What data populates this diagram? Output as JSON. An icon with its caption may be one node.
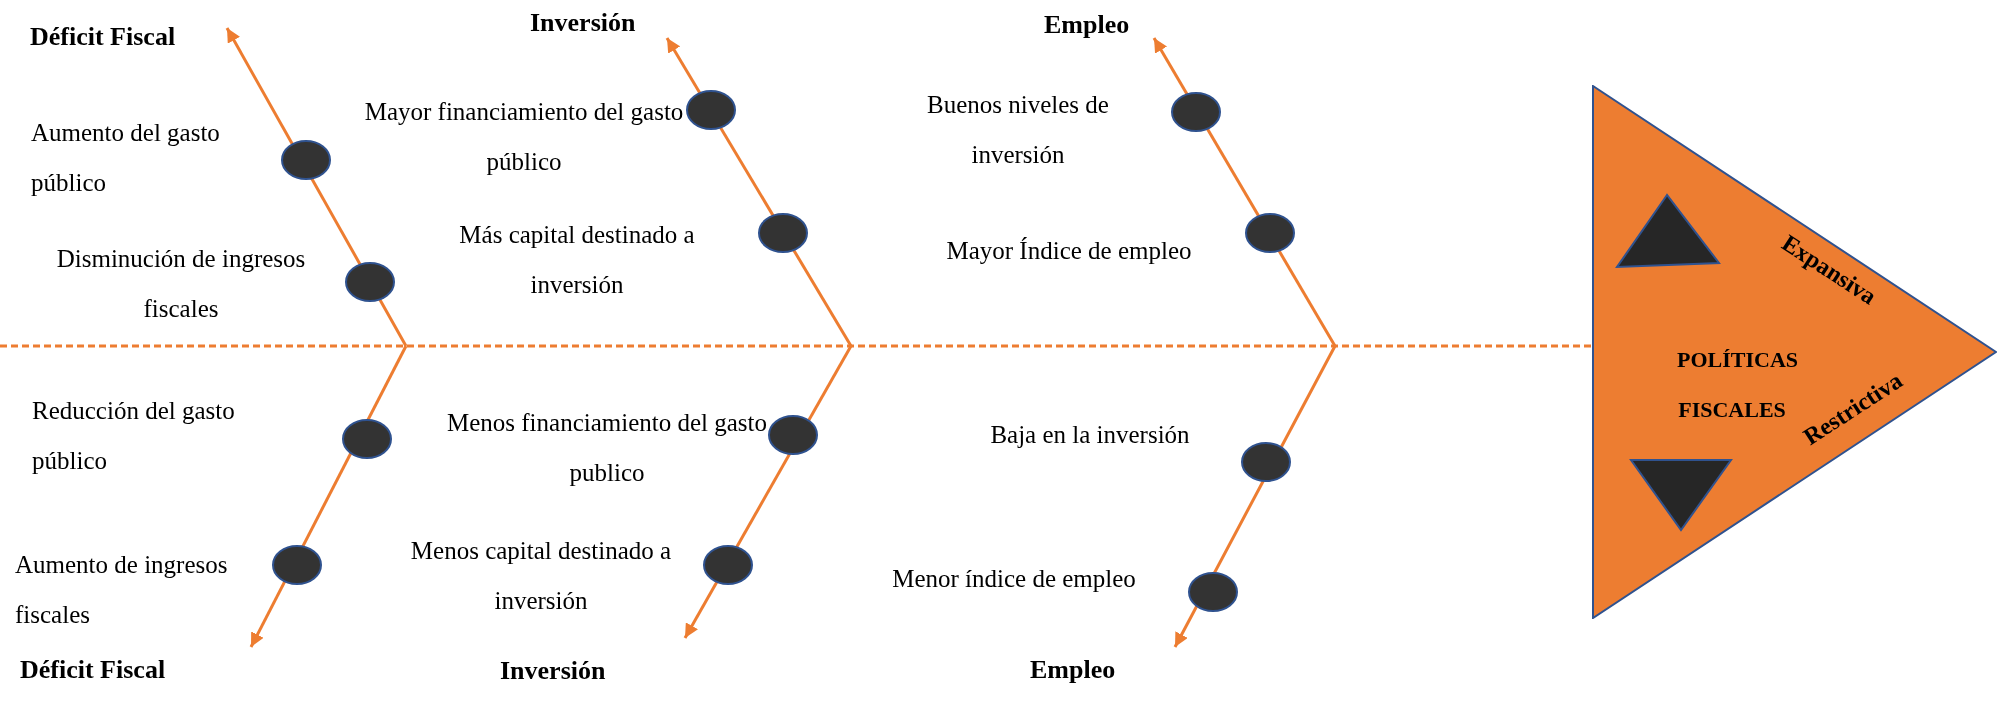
{
  "diagram": {
    "nodes": [
      {
        "text": [
          "Déficit Fiscal"
        ]
      },
      {
        "text": [
          "Inversión"
        ]
      },
      {
        "text": [
          "Empleo"
        ]
      },
      {
        "text": [
          "POLÍTICAS FISCALES",
          "Expansiva",
          "Restrictiva"
        ]
      },
      {
        "text": [
          "Déficit Fiscal"
        ]
      },
      {
        "text": [
          "Inversión"
        ]
      },
      {
        "text": [
          "Empleo"
        ]
      }
    ],
    "edges": [
      {
        "from": null,
        "to": 0,
        "arrow": "to"
      },
      {
        "from": null,
        "to": 1,
        "arrow": "to"
      },
      {
        "from": null,
        "to": 2,
        "arrow": "to"
      },
      {
        "from": null,
        "to": 4,
        "arrow": "to"
      },
      {
        "from": null,
        "to": 5,
        "arrow": "to"
      },
      {
        "from": null,
        "to": 6,
        "arrow": "to"
      },
      {
        "from": null,
        "to": 3,
        "arrow": "none",
        "style": "dashed"
      }
    ],
    "labels": [
      "Aumento del gasto público",
      "Mayor financiamiento del gasto público",
      "Buenos niveles de inversión",
      "Disminución de ingresos fiscales",
      "Más capital destinado a inversión",
      "Mayor Índice de empleo",
      "Reducción del gasto público",
      "Menos financiamiento del gasto publico",
      "Baja en la inversión",
      "Aumento de ingresos fiscales",
      "Menos capital destinado a inversión",
      "Menor índice de empleo"
    ]
  }
}
